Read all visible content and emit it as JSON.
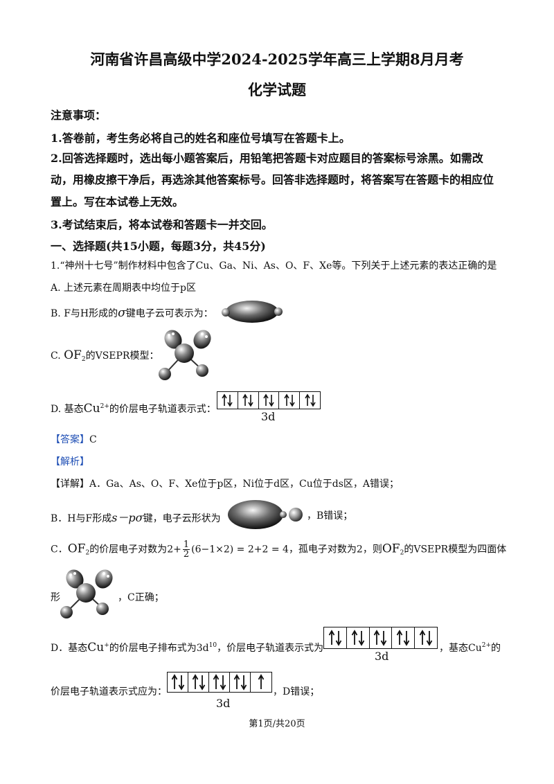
{
  "header": {
    "title": "河南省许昌高级中学2024-2025学年高三上学期8月月考",
    "subtitle": "化学试题"
  },
  "notes": {
    "heading": "注意事项：",
    "items": [
      "1.答卷前，考生务必将自己的姓名和座位号填写在答题卡上。",
      "2.回答选择题时，选出每小题答案后，用铅笔把答题卡对应题目的答案标号涂黑。如需改",
      "动，用橡皮擦干净后，再选涂其他答案标号。回答非选择题时，将答案写在答题卡的相应位",
      "置上。写在本试卷上无效。",
      "3.考试结束后，将本试卷和答题卡一并交回。"
    ]
  },
  "section": {
    "heading": "一、选择题(共15小题，每题3分，共45分)"
  },
  "question1": {
    "stem": "1.“神州十七号”制作材料中包含了Cu、Ga、Ni、As、O、F、Xe等。下列关于上述元素的表达正确的是",
    "optA": "A. 上述元素在周期表中均位于p区",
    "optB_pre": "B. F与H形成的",
    "optB_sigma": "σ",
    "optB_post": "键电子云可表示为：",
    "optC_pre": "C.",
    "optC_formula": "OF",
    "optC_sub": "2",
    "optC_post": "的VSEPR模型：",
    "optD_pre": "D. 基态",
    "optD_ion": "Cu",
    "optD_charge": "2+",
    "optD_post": "的价层电子轨道表示式：",
    "orbital_label": "3d"
  },
  "answer": {
    "label": "【答案】",
    "value": "C",
    "analysis_label": "【解析】",
    "detail_label": "【详解】",
    "A": "A．Ga、As、O、F、Xe位于p区，Ni位于d区，Cu位于ds区，A错误；",
    "B_pre": "B．H与F形成",
    "B_bond": "s－pσ",
    "B_mid": "键，电子云形状为",
    "B_post": "，B错误；",
    "C_pre": "C．",
    "C_mid1": "的价层电子对数为",
    "C_expr1": "2+",
    "C_num": "1",
    "C_den": "2",
    "C_expr2": "(6−1×2) = 2+2 = 4",
    "C_mid2": "，孤电子对数为2，则",
    "C_post": "的VSEPR模型为四面体",
    "C_line2_pre": "形",
    "C_line2_post": "，C正确；",
    "D_pre": "D．基态",
    "D_ion1": "Cu",
    "D_charge1": "+",
    "D_mid1": "的价层电子排布式为3d",
    "D_exp": "10",
    "D_mid2": "，价层电子轨道表示式为",
    "D_mid3": "，基态Cu",
    "D_charge2": "2+",
    "D_mid4": "的",
    "D_line2_pre": "价层电子轨道表示式应为：",
    "D_line2_post": "，D错误；",
    "orbital_label": "3d"
  },
  "footer": {
    "page": "第1页/共20页"
  }
}
